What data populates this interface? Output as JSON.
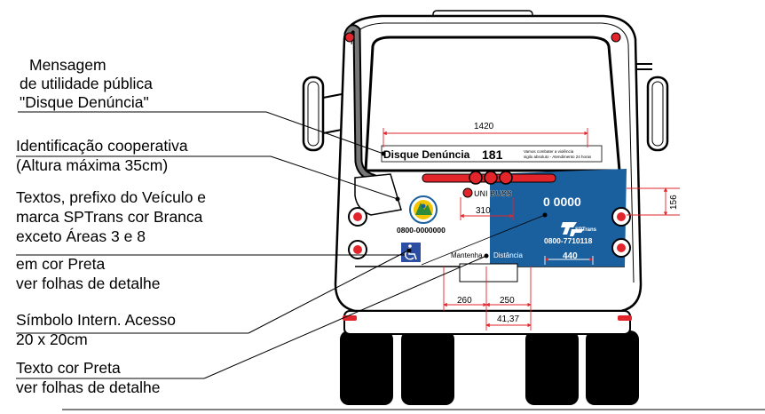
{
  "callouts": [
    {
      "lines": [
        "Mensagem",
        "de utilidade pública",
        "\"Disque Denúncia\""
      ]
    },
    {
      "lines": [
        "Identificação cooperativa",
        "(Altura máxima 35cm)"
      ]
    },
    {
      "lines": [
        "Textos,  prefixo do Veículo  e",
        "marca SPTrans cor Branca",
        "exceto Áreas 3 e 8",
        "em cor Preta",
        "ver folhas de detalhe"
      ]
    },
    {
      "lines": [
        "Símbolo Intern. Acesso",
        "20 x 20cm"
      ]
    },
    {
      "lines": [
        "Texto cor Preta",
        "ver folhas de detalhe"
      ]
    }
  ],
  "bus": {
    "disque_text": "Disque Denúncia",
    "disque_number": "181",
    "disque_small_1": "Vamos combater a violência",
    "disque_small_2": "sigilo absoluto - Atendimento 24 horas",
    "cooperative_phone": "0800-0000000",
    "brand": "UNI BUSS",
    "prefix": "0 0000",
    "sptrans_label": "SPTrans",
    "sptrans_phone": "0800-7710118",
    "line_number": "440",
    "manter_text": "Mantenha",
    "distancia_text": "Distância",
    "colors": {
      "blue": "#1a5f9e",
      "red": "#e2242b",
      "black": "#000000"
    }
  },
  "dimensions": {
    "d1420": "1420",
    "d310": "310",
    "d156": "156",
    "d260": "260",
    "d250": "250",
    "d4137": "41,37"
  }
}
